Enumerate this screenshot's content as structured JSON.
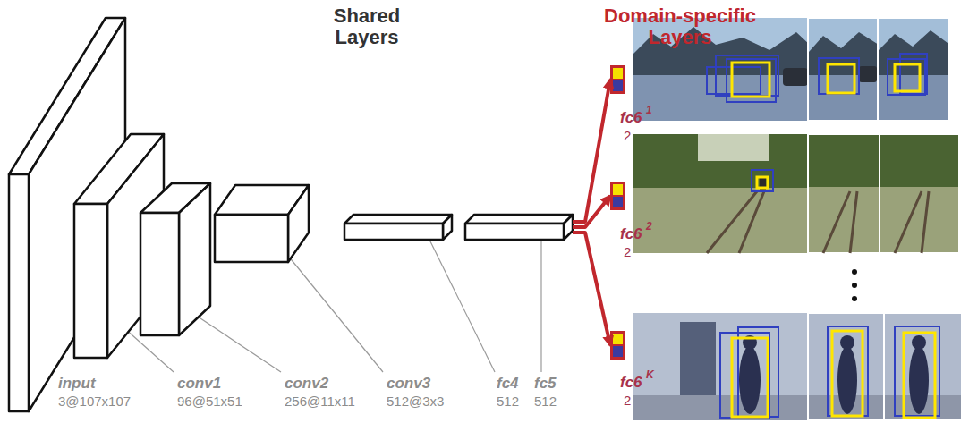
{
  "diagram": {
    "nodes": [
      {
        "text": [
          "input",
          "3@107x107"
        ]
      },
      {
        "text": [
          "conv1",
          "96@51x51"
        ]
      },
      {
        "text": [
          "conv2",
          "256@11x11"
        ]
      },
      {
        "text": [
          "conv3",
          "512@3x3"
        ]
      },
      {
        "text": [
          "fc4",
          "512"
        ]
      },
      {
        "text": [
          "fc5",
          "512"
        ]
      },
      {
        "text": [
          "fc6",
          "1",
          "2"
        ]
      },
      {
        "text": [
          "fc6",
          "2",
          "2"
        ]
      },
      {
        "text": [
          "fc6",
          "K",
          "2"
        ]
      }
    ],
    "edges": [
      {
        "from": 5,
        "to": 6,
        "arrow": "to"
      },
      {
        "from": 5,
        "to": 7,
        "arrow": "to"
      },
      {
        "from": 5,
        "to": 8,
        "arrow": "to"
      }
    ],
    "labels": [
      "Shared Layers",
      "Domain-specific Layers"
    ]
  }
}
